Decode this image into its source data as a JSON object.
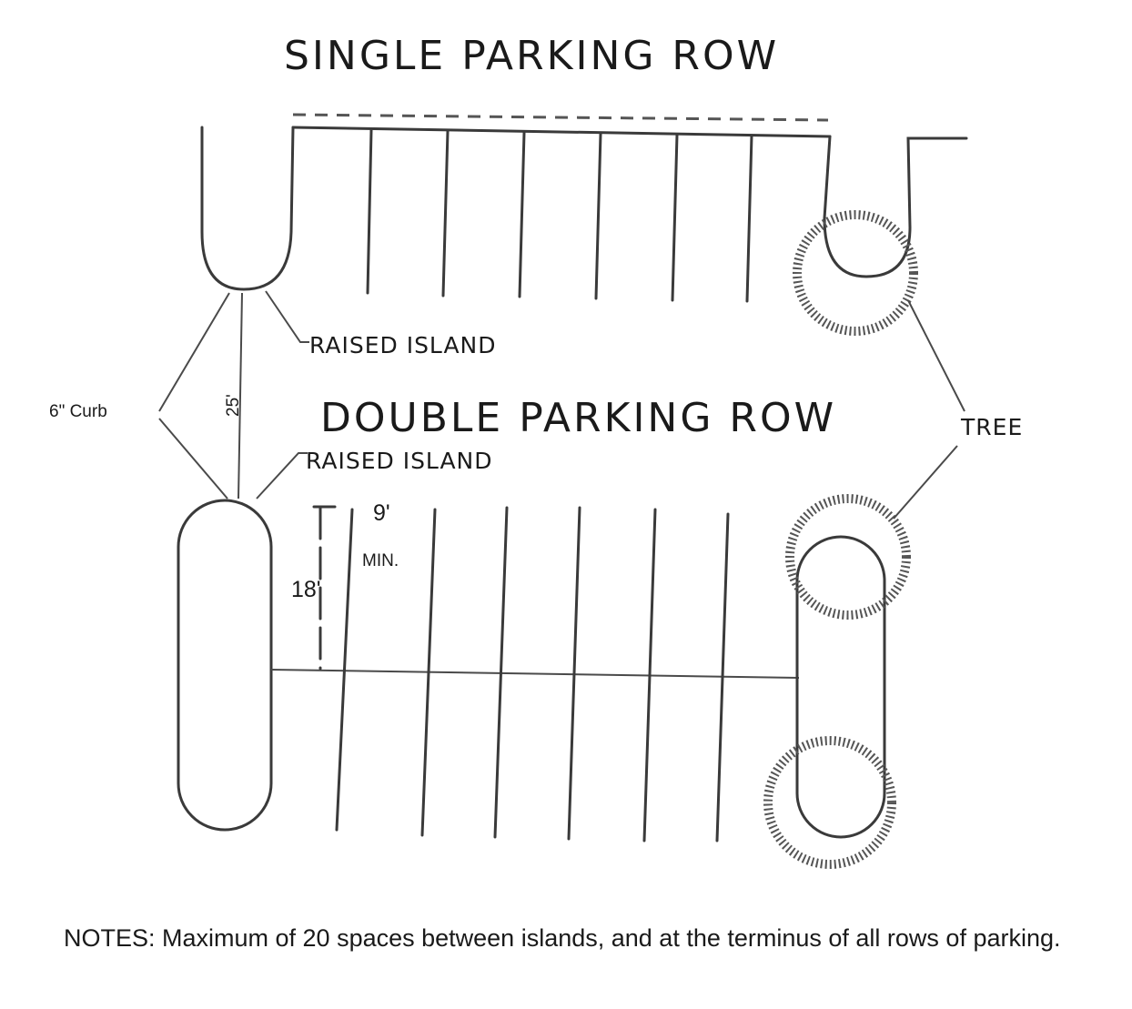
{
  "title_single": "SINGLE PARKING ROW",
  "title_double": "DOUBLE PARKING ROW",
  "labels": {
    "raised_island_top": "RAISED ISLAND",
    "raised_island_bottom": "RAISED ISLAND",
    "curb": "6\" Curb",
    "width_25": "25'",
    "tree": "TREE",
    "stall_width": "9'",
    "min": "MIN.",
    "stall_depth": "18'"
  },
  "notes": "NOTES: Maximum of 20 spaces between islands, and at the terminus of all rows of parking."
}
